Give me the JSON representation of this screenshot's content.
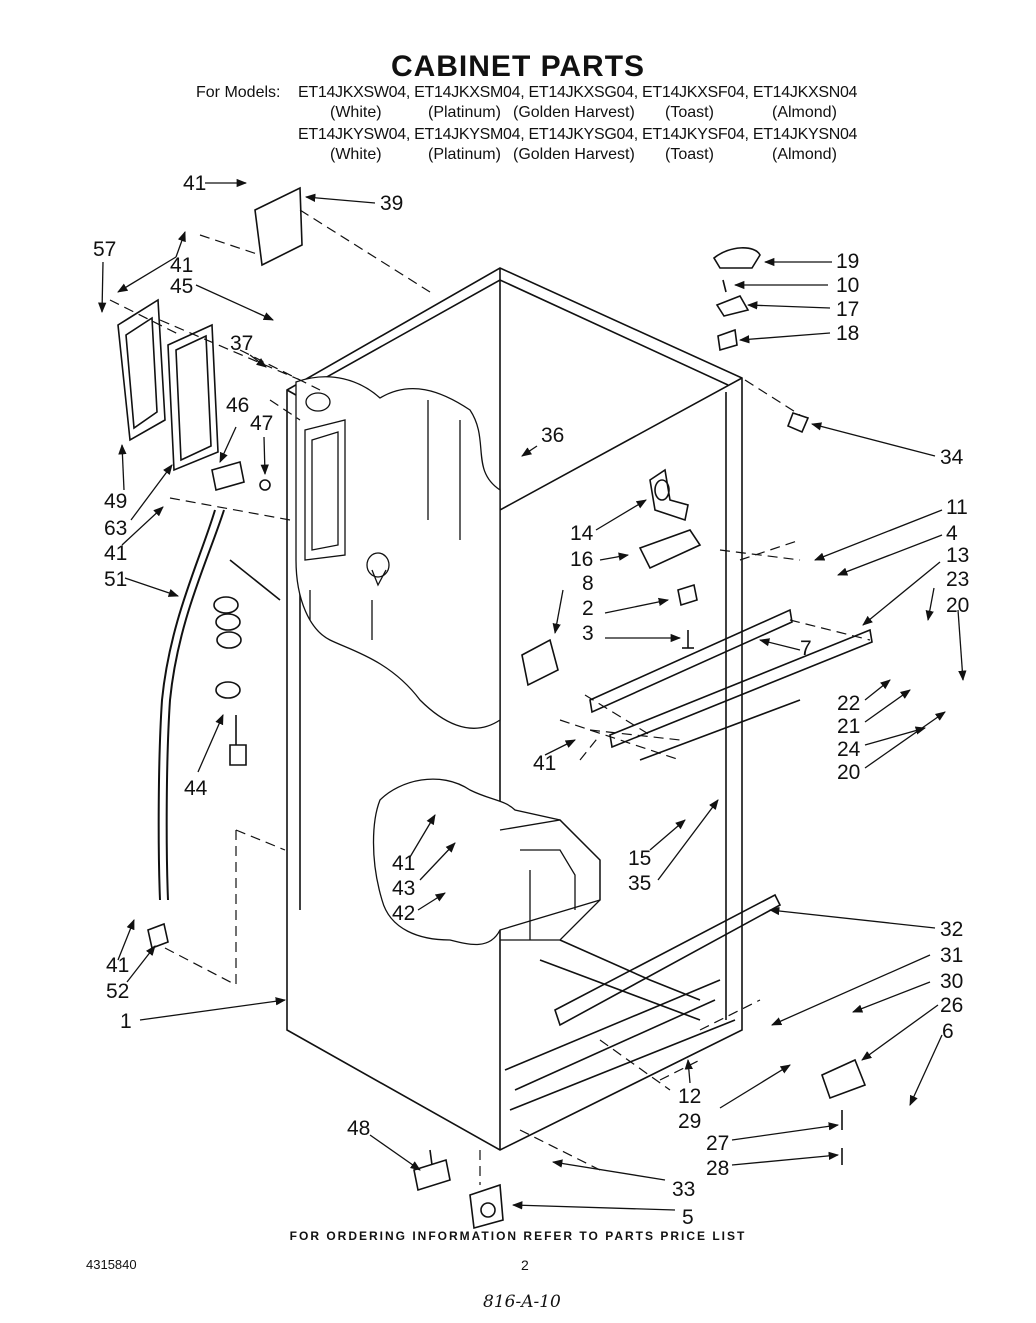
{
  "title": "CABINET PARTS",
  "models_label": "For Models:",
  "model_rows": [
    "ET14JKXSW04, ET14JKXSM04, ET14JKXSG04, ET14JKXSF04, ET14JKXSN04",
    "ET14JKYSW04, ET14JKYSM04, ET14JKYSG04, ET14JKYSF04, ET14JKYSN04"
  ],
  "colors": [
    "(White)",
    "(Platinum)",
    "(Golden Harvest)",
    "(Toast)",
    "(Almond)"
  ],
  "callouts": {
    "c41a": "41",
    "c39": "39",
    "c57": "57",
    "c41b": "41",
    "c45": "45",
    "c37": "37",
    "c46": "46",
    "c47": "47",
    "c49": "49",
    "c63": "63",
    "c41c": "41",
    "c51": "51",
    "c44": "44",
    "c19": "19",
    "c10": "10",
    "c17": "17",
    "c18": "18",
    "c34": "34",
    "c36": "36",
    "c11": "11",
    "c4": "4",
    "c13": "13",
    "c23": "23",
    "c20a": "20",
    "c14": "14",
    "c16": "16",
    "c8": "8",
    "c2": "2",
    "c3": "3",
    "c7": "7",
    "c22": "22",
    "c21": "21",
    "c24": "24",
    "c20b": "20",
    "c41d": "41",
    "c15": "15",
    "c35": "35",
    "c41e": "41",
    "c43": "43",
    "c42": "42",
    "c32": "32",
    "c31": "31",
    "c30": "30",
    "c26": "26",
    "c6": "6",
    "c41f": "41",
    "c52": "52",
    "c1": "1",
    "c12": "12",
    "c29": "29",
    "c27": "27",
    "c28": "28",
    "c48": "48",
    "c33": "33",
    "c5": "5"
  },
  "footer": "FOR ORDERING INFORMATION REFER TO PARTS PRICE LIST",
  "doc_number": "4315840",
  "page_number": "2",
  "handwritten_note": "816-A-10"
}
